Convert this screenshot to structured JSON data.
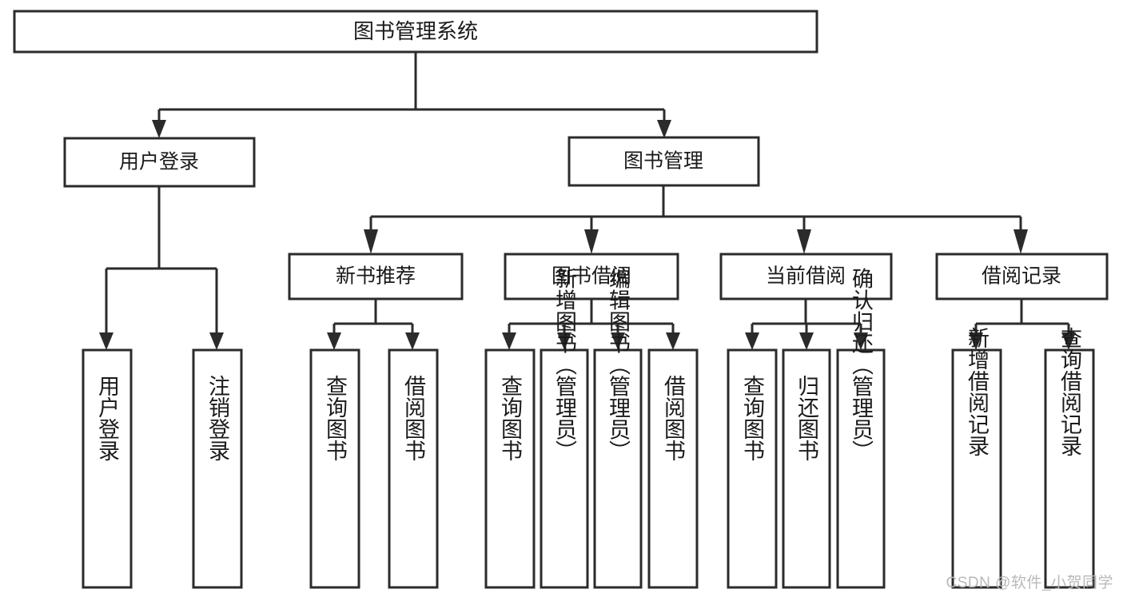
{
  "diagram": {
    "type": "tree",
    "title": "图书管理系统",
    "watermark": "CSDN @软件_小贺同学",
    "colors": {
      "stroke": "#2b2b2b",
      "box_fill": "#ffffff",
      "text": "#1a1a1a",
      "background": "#ffffff",
      "watermark": "#b9b9b9"
    },
    "levels": {
      "root": {
        "label": "图书管理系统"
      },
      "level1": [
        {
          "label": "用户登录"
        },
        {
          "label": "图书管理"
        }
      ],
      "level2": [
        {
          "label": "新书推荐"
        },
        {
          "label": "图书借阅"
        },
        {
          "label": "当前借阅"
        },
        {
          "label": "借阅记录"
        }
      ],
      "leaves": [
        {
          "label": "用户登录"
        },
        {
          "label": "注销登录"
        },
        {
          "label": "查询图书"
        },
        {
          "label": "借阅图书"
        },
        {
          "label": "查询图书"
        },
        {
          "label": "新增图书（管理员）"
        },
        {
          "label": "编辑图书（管理员）"
        },
        {
          "label": "借阅图书"
        },
        {
          "label": "查询图书"
        },
        {
          "label": "归还图书"
        },
        {
          "label": "确认归还（管理员）"
        },
        {
          "label": "新增借阅记录"
        },
        {
          "label": "查询借阅记录"
        }
      ]
    },
    "nodes": {
      "root": "图书管理系统",
      "user_login": "用户登录",
      "book_manage": "图书管理",
      "new_book_rec": "新书推荐",
      "book_borrow": "图书借阅",
      "current_borrow": "当前借阅",
      "borrow_record": "借阅记录",
      "leaf_user_login": "用户登录",
      "leaf_logout": "注销登录",
      "leaf_query_book_1": "查询图书",
      "leaf_borrow_book_1": "借阅图书",
      "leaf_query_book_2": "查询图书",
      "leaf_add_book": "新增图书（管理员）",
      "leaf_edit_book": "编辑图书（管理员）",
      "leaf_borrow_book_2": "借阅图书",
      "leaf_query_book_3": "查询图书",
      "leaf_return_book": "归还图书",
      "leaf_confirm_return": "确认归还（管理员）",
      "leaf_add_record": "新增借阅记录",
      "leaf_query_record": "查询借阅记录"
    }
  }
}
